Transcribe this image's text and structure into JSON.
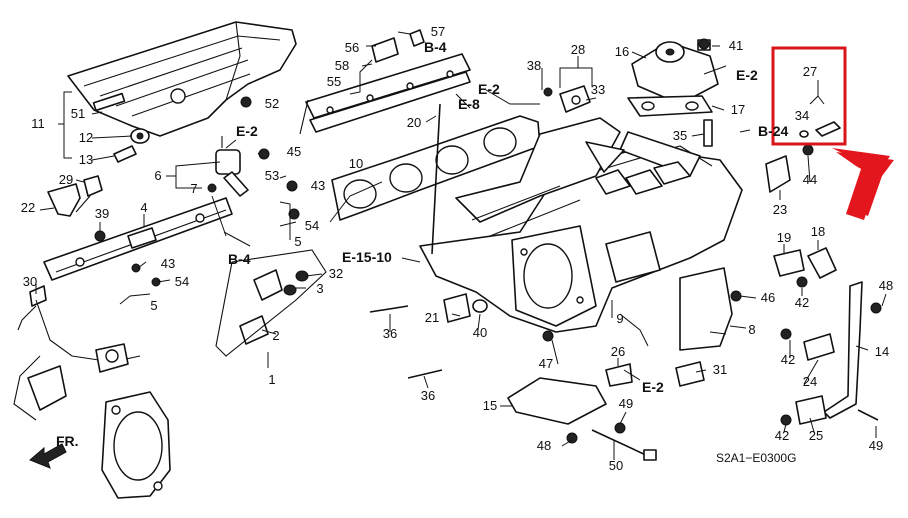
{
  "diagram_code": "S2A1−E0300G",
  "front_indicator": "FR.",
  "highlight": {
    "color": "#d9141b",
    "parts": [
      "27",
      "34"
    ]
  },
  "callouts": [
    {
      "id": "c1",
      "text": "1"
    },
    {
      "id": "c2",
      "text": "2"
    },
    {
      "id": "c3",
      "text": "3"
    },
    {
      "id": "c4",
      "text": "4"
    },
    {
      "id": "c5a",
      "text": "5"
    },
    {
      "id": "c5b",
      "text": "5"
    },
    {
      "id": "c6",
      "text": "6"
    },
    {
      "id": "c7",
      "text": "7"
    },
    {
      "id": "c8",
      "text": "8"
    },
    {
      "id": "c9",
      "text": "9"
    },
    {
      "id": "c10",
      "text": "10"
    },
    {
      "id": "c11",
      "text": "11"
    },
    {
      "id": "c12",
      "text": "12"
    },
    {
      "id": "c13",
      "text": "13"
    },
    {
      "id": "c14",
      "text": "14"
    },
    {
      "id": "c15",
      "text": "15"
    },
    {
      "id": "c16",
      "text": "16"
    },
    {
      "id": "c17",
      "text": "17"
    },
    {
      "id": "c18",
      "text": "18"
    },
    {
      "id": "c19",
      "text": "19"
    },
    {
      "id": "c20",
      "text": "20"
    },
    {
      "id": "c21",
      "text": "21"
    },
    {
      "id": "c22",
      "text": "22"
    },
    {
      "id": "c23",
      "text": "23"
    },
    {
      "id": "c24",
      "text": "24"
    },
    {
      "id": "c25",
      "text": "25"
    },
    {
      "id": "c26",
      "text": "26"
    },
    {
      "id": "c27",
      "text": "27"
    },
    {
      "id": "c28",
      "text": "28"
    },
    {
      "id": "c29",
      "text": "29"
    },
    {
      "id": "c30",
      "text": "30"
    },
    {
      "id": "c31",
      "text": "31"
    },
    {
      "id": "c32",
      "text": "32"
    },
    {
      "id": "c33",
      "text": "33"
    },
    {
      "id": "c34",
      "text": "34"
    },
    {
      "id": "c35",
      "text": "35"
    },
    {
      "id": "c36a",
      "text": "36"
    },
    {
      "id": "c36b",
      "text": "36"
    },
    {
      "id": "c38",
      "text": "38"
    },
    {
      "id": "c39",
      "text": "39"
    },
    {
      "id": "c40",
      "text": "40"
    },
    {
      "id": "c41",
      "text": "41"
    },
    {
      "id": "c42a",
      "text": "42"
    },
    {
      "id": "c42b",
      "text": "42"
    },
    {
      "id": "c42c",
      "text": "42"
    },
    {
      "id": "c43a",
      "text": "43"
    },
    {
      "id": "c43b",
      "text": "43"
    },
    {
      "id": "c44",
      "text": "44"
    },
    {
      "id": "c45",
      "text": "45"
    },
    {
      "id": "c46",
      "text": "46"
    },
    {
      "id": "c47",
      "text": "47"
    },
    {
      "id": "c48a",
      "text": "48"
    },
    {
      "id": "c48b",
      "text": "48"
    },
    {
      "id": "c49a",
      "text": "49"
    },
    {
      "id": "c49b",
      "text": "49"
    },
    {
      "id": "c50",
      "text": "50"
    },
    {
      "id": "c51",
      "text": "51"
    },
    {
      "id": "c52",
      "text": "52"
    },
    {
      "id": "c53",
      "text": "53"
    },
    {
      "id": "c54a",
      "text": "54"
    },
    {
      "id": "c54b",
      "text": "54"
    },
    {
      "id": "c55",
      "text": "55"
    },
    {
      "id": "c56",
      "text": "56"
    },
    {
      "id": "c57",
      "text": "57"
    },
    {
      "id": "c58",
      "text": "58"
    }
  ],
  "section_refs": [
    {
      "id": "r-b4-top",
      "text": "B-4"
    },
    {
      "id": "r-e2-top",
      "text": "E-2"
    },
    {
      "id": "r-e8",
      "text": "E-8"
    },
    {
      "id": "r-e2-left",
      "text": "E-2"
    },
    {
      "id": "r-b4-left",
      "text": "B-4"
    },
    {
      "id": "r-e2-mount",
      "text": "E-2"
    },
    {
      "id": "r-b24",
      "text": "B-24"
    },
    {
      "id": "r-e1510",
      "text": "E-15-10"
    },
    {
      "id": "r-e2-bottom",
      "text": "E-2"
    }
  ]
}
